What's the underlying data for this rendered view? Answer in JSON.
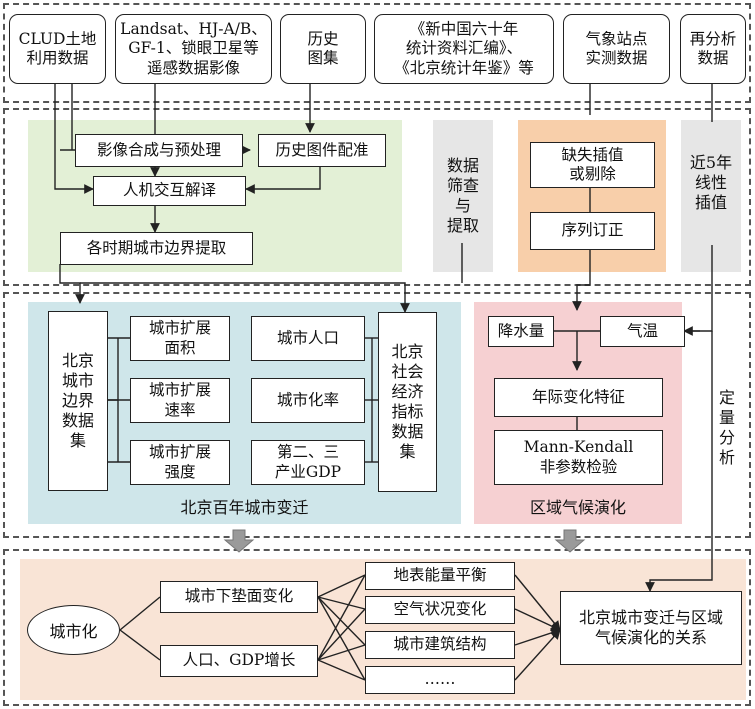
{
  "sources": {
    "clud": "CLUD土地\n利用数据",
    "remote": "Landsat、HJ-A/B、\nGF-1、锁眼卫星等\n遥感数据影像",
    "history": "历史\n图集",
    "stats": "《新中国六十年\n统计资料汇编》、\n《北京统计年鉴》等",
    "weather": "气象站点\n实测数据",
    "reanalysis": "再分析\n数据"
  },
  "processing": {
    "image_compose": "影像合成与预处理",
    "history_register": "历史图件配准",
    "interpret": "人机交互解译",
    "boundary_extract": "各时期城市边界提取",
    "data_filter": "数据\n筛查\n与\n提取",
    "missing_fill": "缺失插值\n或剔除",
    "series_correct": "序列订正",
    "linear_interp": "近5年\n线性\n插值"
  },
  "urban": {
    "boundary_dataset": "北京\n城市\n边界\n数据\n集",
    "area": "城市扩展\n面积",
    "rate": "城市扩展\n速率",
    "intensity": "城市扩展\n强度",
    "population": "城市人口",
    "urbanization_rate": "城市化率",
    "gdp": "第二、三\n产业GDP",
    "socio_dataset": "北京\n社会\n经济\n指标\n数据\n集",
    "title": "北京百年城市变迁"
  },
  "climate": {
    "precip": "降水量",
    "temp": "气温",
    "interannual": "年际变化特征",
    "mk_test": "Mann-Kendall\n非参数检验",
    "title": "区域气候演化"
  },
  "quant": "定\n量\n分\n析",
  "relation": {
    "urbanization": "城市化",
    "surface_change": "城市下垫面变化",
    "pop_gdp": "人口、GDP增长",
    "energy": "地表能量平衡",
    "air": "空气状况变化",
    "building": "城市建筑结构",
    "etc": "……",
    "result": "北京城市变迁与区域\n气候演化的关系"
  },
  "colors": {
    "green_panel": "#e3f0d6",
    "gray_panel": "#e6e6e6",
    "orange_panel": "#f8cfaa",
    "blue_panel": "#cfe6ea",
    "pink_panel": "#f6d0d2",
    "peach_panel": "#f9e4d6",
    "down_arrow": "#9a9a9a"
  }
}
